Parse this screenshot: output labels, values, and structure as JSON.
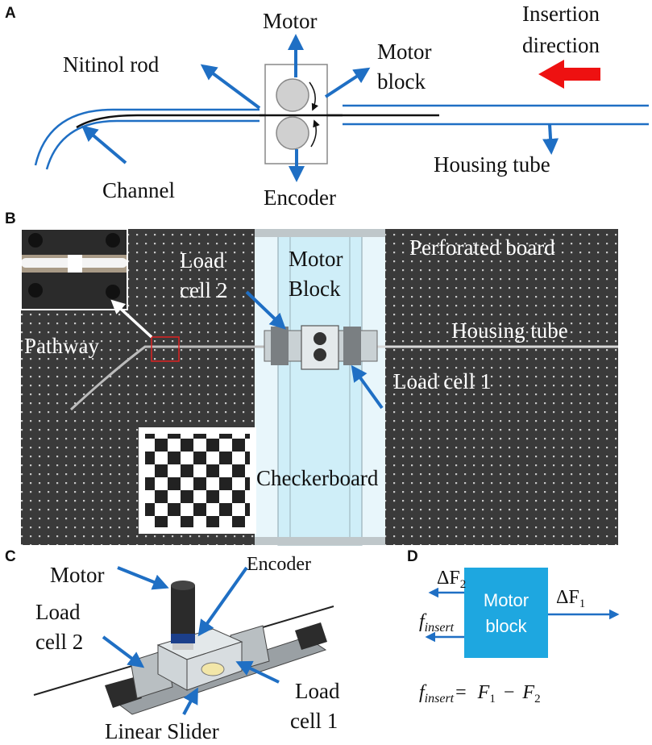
{
  "colors": {
    "arrow": "#1f6fc4",
    "tube": "#1f6fc4",
    "insertion_arrow": "#ee1111",
    "board": "#3a3a3a",
    "motor_block_box": "#1ea7e0"
  },
  "panel_a": {
    "panel_label": "A",
    "motor": "Motor",
    "nitinol_rod": "Nitinol rod",
    "motor_block_line1": "Motor",
    "motor_block_line2": "block",
    "insertion_line1": "Insertion",
    "insertion_line2": "direction",
    "channel": "Channel",
    "encoder": "Encoder",
    "housing_tube": "Housing tube"
  },
  "panel_b": {
    "panel_label": "B",
    "perforated_board": "Perforated board",
    "load_cell_2_line1": "Load",
    "load_cell_2_line2": "cell 2",
    "motor_block_line1": "Motor",
    "motor_block_line2": "Block",
    "pathway": "Pathway",
    "housing_tube": "Housing tube",
    "load_cell_1": "Load cell 1",
    "checkerboard": "Checkerboard"
  },
  "panel_c": {
    "panel_label": "C",
    "motor": "Motor",
    "encoder": "Encoder",
    "load_cell_2_line1": "Load",
    "load_cell_2_line2": "cell 2",
    "load_cell_1_line1": "Load",
    "load_cell_1_line2": "cell 1",
    "linear_slider": "Linear Slider"
  },
  "panel_d": {
    "panel_label": "D",
    "box_line1": "Motor",
    "box_line2": "block",
    "delta_f2": "ΔF",
    "delta_f2_sub": "2",
    "delta_f1": "ΔF",
    "delta_f1_sub": "1",
    "f_insert": "f",
    "f_insert_sub": "insert",
    "eq_lhs": "f",
    "eq_lhs_sub": "insert",
    "eq_eq": "=",
    "eq_f1": "F",
    "eq_f1_sub": "1",
    "eq_minus": "−",
    "eq_f2": "F",
    "eq_f2_sub": "2"
  }
}
